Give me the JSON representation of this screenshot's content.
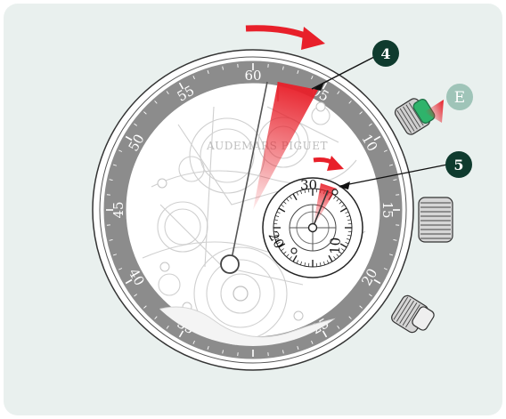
{
  "colors": {
    "background": "#e9f0ee",
    "bezel": "#8c8c8c",
    "arrow_red": "#e8202a",
    "pusher_green": "#2fb36b",
    "callout_dark": "#0f3b2e",
    "callout_light": "#9fc4b8"
  },
  "bezel_numerals": [
    "05",
    "10",
    "15",
    "20",
    "25",
    "35",
    "40",
    "45",
    "50",
    "55",
    "60"
  ],
  "subdial_numerals": [
    "30",
    "10",
    "20"
  ],
  "brand_text": "AUDEMARS PIGUET",
  "callouts": {
    "c4": "4",
    "c5": "5",
    "cE": "E"
  }
}
